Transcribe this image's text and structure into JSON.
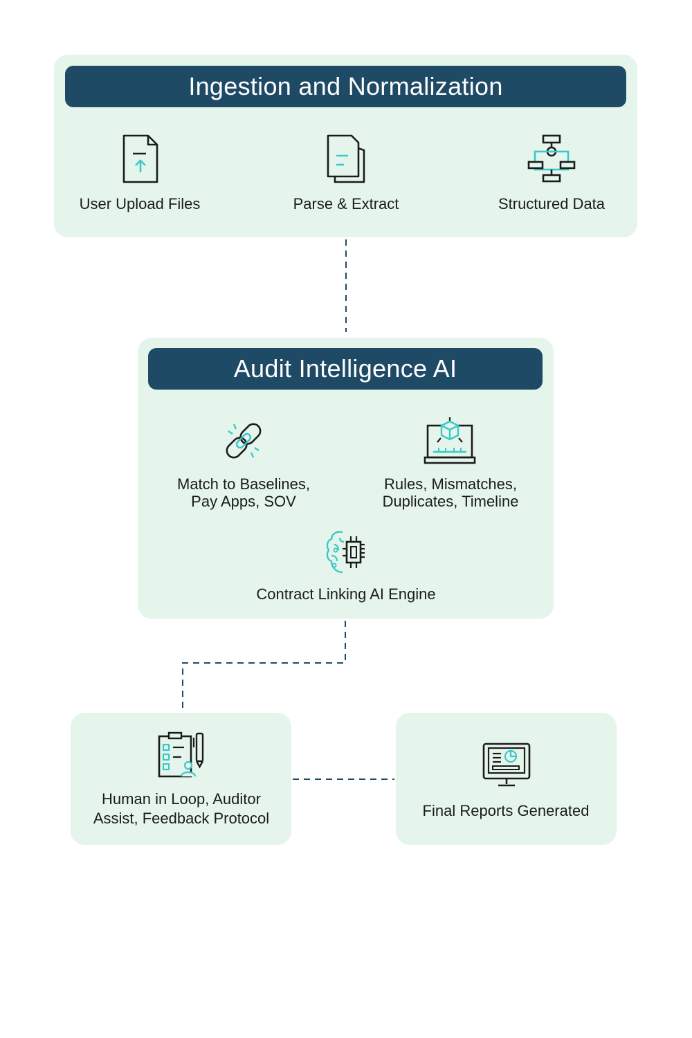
{
  "sections": {
    "ingestion": {
      "title": "Ingestion and Normalization",
      "nodes": [
        {
          "label": "User Upload Files",
          "icon": "file-upload-icon"
        },
        {
          "label": "Parse & Extract",
          "icon": "documents-icon"
        },
        {
          "label": "Structured Data",
          "icon": "flowchart-icon"
        }
      ]
    },
    "audit": {
      "title": "Audit Intelligence AI",
      "nodes": [
        {
          "label_line1": "Match to Baselines,",
          "label_line2": "Pay Apps, SOV",
          "icon": "chain-link-icon"
        },
        {
          "label_line1": "Rules, Mismatches,",
          "label_line2": "Duplicates, Timeline",
          "icon": "laptop-cube-icon"
        },
        {
          "label": "Contract Linking AI Engine",
          "icon": "brain-chip-icon"
        }
      ]
    },
    "human": {
      "label_line1": "Human in Loop, Auditor",
      "label_line2": "Assist, Feedback Protocol",
      "icon": "checklist-person-icon"
    },
    "reports": {
      "label": "Final Reports Generated",
      "icon": "monitor-report-icon"
    }
  },
  "colors": {
    "panel": "#e5f5ec",
    "header": "#1e4a66",
    "connector": "#1e4a66",
    "icon_stroke": "#1b1b1b",
    "icon_accent": "#3cc8c8"
  }
}
